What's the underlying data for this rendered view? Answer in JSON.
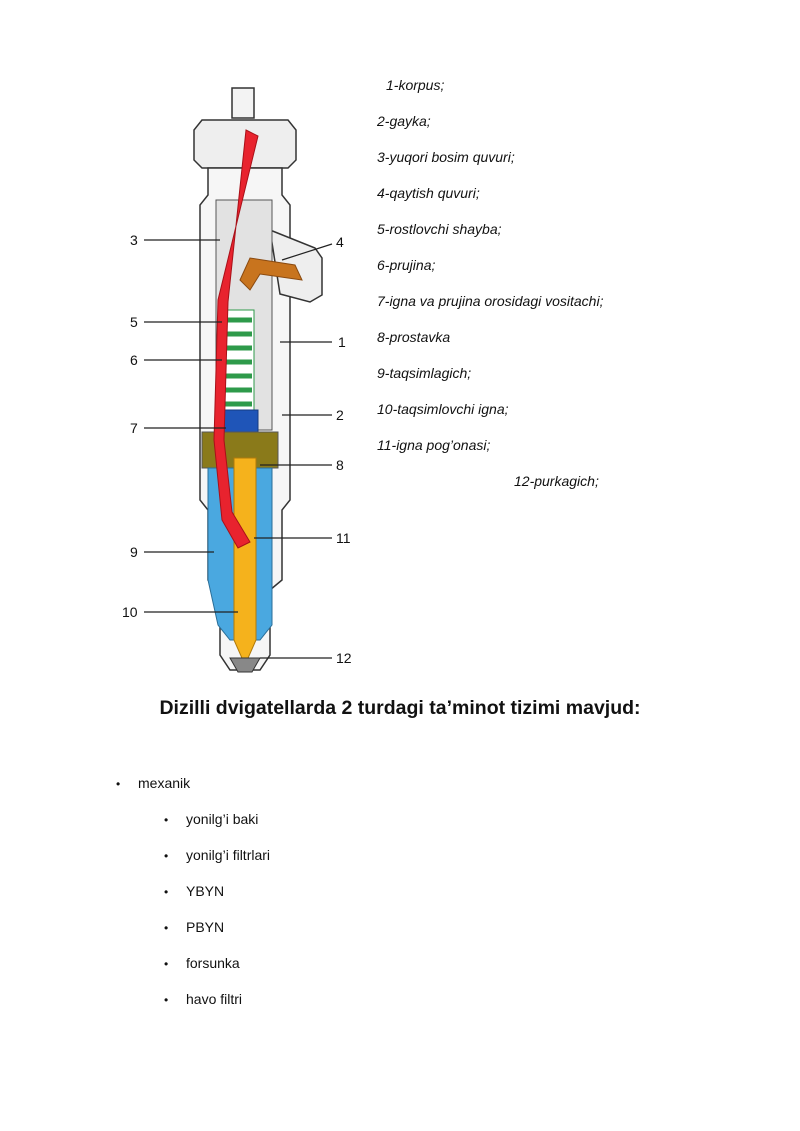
{
  "diagram": {
    "callouts": {
      "n1": "1",
      "n2": "2",
      "n3": "3",
      "n4": "4",
      "n5": "5",
      "n6": "6",
      "n7": "7",
      "n8": "8",
      "n9": "9",
      "n10": "10",
      "n11": "11",
      "n12": "12"
    }
  },
  "legend": [
    "1-korpus;",
    "2-gayka;",
    "3-yuqori bosim quvuri;",
    "4-qaytish quvuri;",
    "5-rostlovchi shayba;",
    "6-prujina;",
    "7-igna va prujina orosidagi vositachi;",
    "8-prostavka",
    "9-taqsimlagich;",
    "10-taqsimlovchi igna;",
    "11-igna pog’onasi;",
    "12-purkagich;"
  ],
  "heading": "Dizilli dvigatellarda 2 turdagi ta’minot tizimi mavjud:",
  "list": {
    "top": {
      "bullet": "•",
      "label": "mexanik"
    },
    "sub": [
      {
        "bullet": "•",
        "label": "yonilg’i baki"
      },
      {
        "bullet": "•",
        "label": "yonilg’i filtrlari"
      },
      {
        "bullet": "•",
        "label": "YBYN"
      },
      {
        "bullet": "•",
        "label": "PBYN"
      },
      {
        "bullet": "•",
        "label": "forsunka"
      },
      {
        "bullet": "•",
        "label": "havo filtri"
      }
    ]
  },
  "colors": {
    "pressure_line": "#e8232e",
    "return_line": "#c8741e",
    "spring": "#2e9a4a",
    "spacer": "#1f55b8",
    "distributor": "#4aa8e0",
    "needle": "#f5b21c",
    "intermediate": "#8a7a1a",
    "body_outline": "#333333"
  }
}
